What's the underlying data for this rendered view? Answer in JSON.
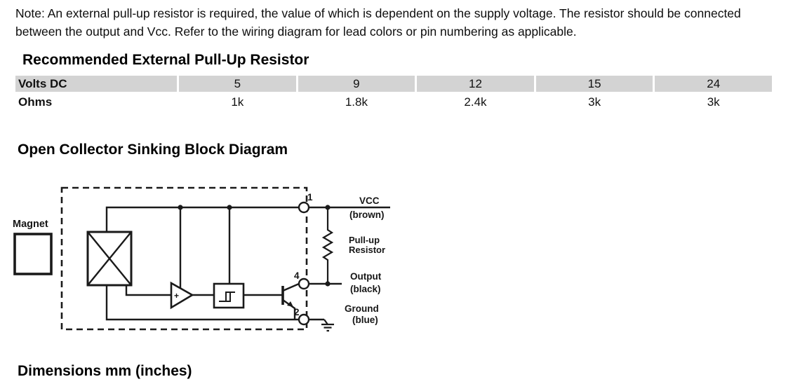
{
  "page": {
    "note": "Note: An external pull-up resistor is required, the value of which is dependent on the supply voltage. The resistor should be connected between the output and Vcc. Refer to the wiring diagram for lead colors or pin numbering as applicable."
  },
  "pullup_table": {
    "title": "Recommended External Pull-Up Resistor",
    "volts_label": "Volts DC",
    "ohms_label": "Ohms",
    "volts": [
      "5",
      "9",
      "12",
      "15",
      "24"
    ],
    "ohms": [
      "1k",
      "1.8k",
      "2.4k",
      "3k",
      "3k"
    ],
    "header_bg": "#d3d3d3"
  },
  "diagram": {
    "title": "Open Collector Sinking Block Diagram",
    "magnet_label": "Magnet",
    "pin_numbers": {
      "vcc": "1",
      "output": "4",
      "ground": "2"
    },
    "labels": {
      "vcc": "VCC",
      "vcc_wire": "(brown)",
      "pullup_line1": "Pull-up",
      "pullup_line2": "Resistor",
      "output": "Output",
      "output_wire": "(black)",
      "ground": "Ground",
      "ground_wire": "(blue)",
      "amp_plus": "+"
    }
  },
  "dimensions": {
    "title": "Dimensions mm (inches)"
  }
}
